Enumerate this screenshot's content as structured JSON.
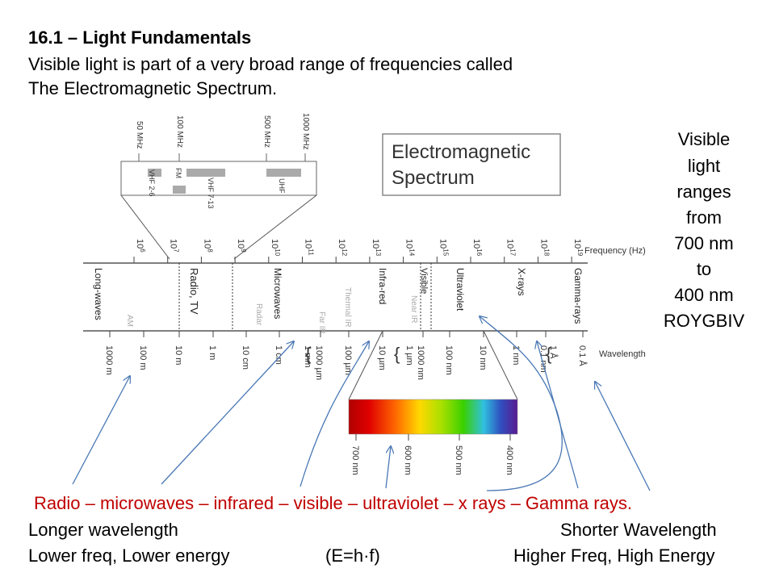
{
  "header": {
    "title": "16.1 – Light Fundamentals",
    "line1": "Visible light is part of a very broad range of frequencies called",
    "line2": "The Electromagnetic Spectrum."
  },
  "side_note": {
    "lines": [
      "Visible",
      "light",
      "ranges",
      "from",
      "700 nm",
      "to",
      "400 nm",
      "ROYGBIV"
    ]
  },
  "diagram": {
    "title_line1": "Electromagnetic",
    "title_line2": "Spectrum",
    "radio_freqs": [
      "50 MHz",
      "100 MHz",
      "500 MHz",
      "1000 MHz"
    ],
    "radio_bands": [
      "VHF 2-6",
      "FM",
      "VHF 7-13",
      "UHF"
    ],
    "frequency_axis_label": "Frequency (Hz)",
    "frequency_exponents": [
      "6",
      "7",
      "8",
      "9",
      "10",
      "11",
      "12",
      "13",
      "14",
      "15",
      "16",
      "17",
      "18",
      "19"
    ],
    "bands": [
      "Long-waves",
      "Radio, TV",
      "Microwaves",
      "Infra-red",
      "Visible",
      "Ultraviolet",
      "X-rays",
      "Gamma-rays"
    ],
    "sub_bands": [
      "AM",
      "Radar",
      "Far IR",
      "Thermal IR",
      "Near IR"
    ],
    "wavelength_axis_label": "Wavelength",
    "wavelength_ticks": [
      "1000 m",
      "100 m",
      "10 m",
      "1 m",
      "10 cm",
      "1 cm",
      "1000 µm",
      "1 mm",
      "100 µm",
      "10 µm",
      "1 µm",
      "1000 nm",
      "100 nm",
      "10 nm",
      "1 nm",
      "1 Å",
      "0.1 nm",
      "0.1 Å"
    ],
    "visible_ticks": [
      "700 nm",
      "600 nm",
      "500 nm",
      "400 nm"
    ]
  },
  "footer": {
    "order": "Radio – microwaves – infrared – visible – ultraviolet – x rays – Gamma rays.",
    "longer": "Longer wavelength",
    "shorter": "Shorter Wavelength",
    "lower": "Lower freq, Lower energy",
    "equation": "(E=h·f)",
    "higher": "Higher Freq, High Energy"
  },
  "colors": {
    "order_text": "#c00000",
    "arrow": "#4a78b5"
  }
}
